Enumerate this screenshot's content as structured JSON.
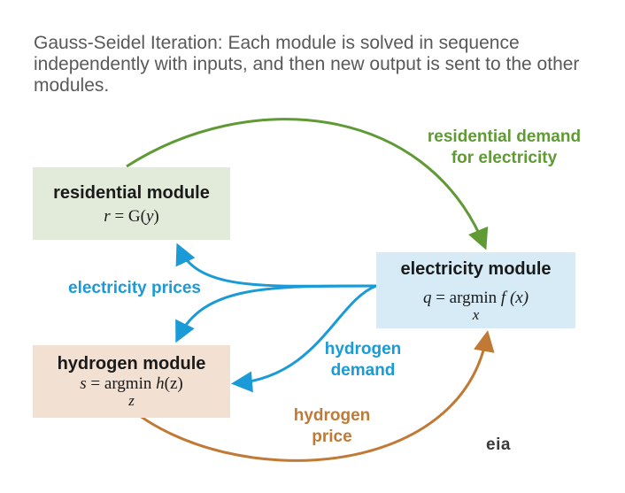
{
  "title": "Gauss-Seidel Iteration: Each module is solved in sequence independently with inputs, and then new output is sent to the other modules.",
  "modules": {
    "residential": {
      "name": "residential module",
      "eq_lhs": "r",
      "eq_rhs": " = G(",
      "eq_var": "y",
      "eq_close": ")",
      "color": "#e2ebd9"
    },
    "electricity": {
      "name": "electricity module",
      "eq_lhs": "q",
      "eq_rhs": " = argmin ",
      "eq_fn": "f",
      "eq_arg": " (x)",
      "sub": "x",
      "color": "#d6ebf5"
    },
    "hydrogen": {
      "name": "hydrogen module",
      "eq_lhs": "s",
      "eq_rhs": " = argmin ",
      "eq_fn": "h",
      "eq_arg": "(z)",
      "sub": "z",
      "color": "#f2e0d2"
    }
  },
  "labels": {
    "residential_demand": "residential demand\nfor electricity",
    "electricity_prices": "electricity prices",
    "hydrogen_demand": "hydrogen\ndemand",
    "hydrogen_price": "hydrogen\nprice"
  },
  "colors": {
    "green": "#5f9a35",
    "blue": "#1a9ad6",
    "brown": "#c07a35"
  },
  "logo": "eia"
}
